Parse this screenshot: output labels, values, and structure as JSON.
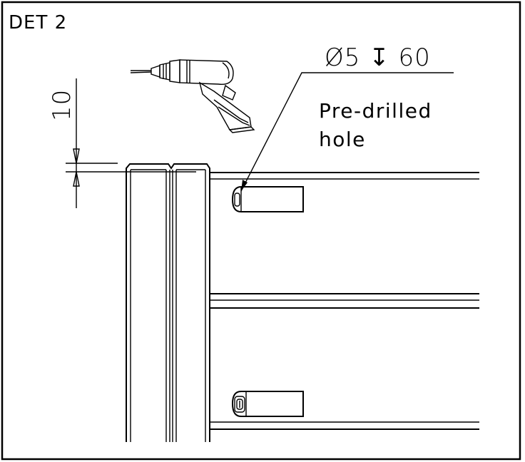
{
  "detail_label": "DET 2",
  "hole_spec": "Ø5 ↧ 60",
  "note_line1": "Pre-drilled",
  "note_line2": "hole",
  "dimension_value": "10",
  "colors": {
    "line": "#000000",
    "background": "#ffffff"
  },
  "icons": [
    "drill-icon",
    "screw-head-icon",
    "predrilled-hole-icon"
  ]
}
